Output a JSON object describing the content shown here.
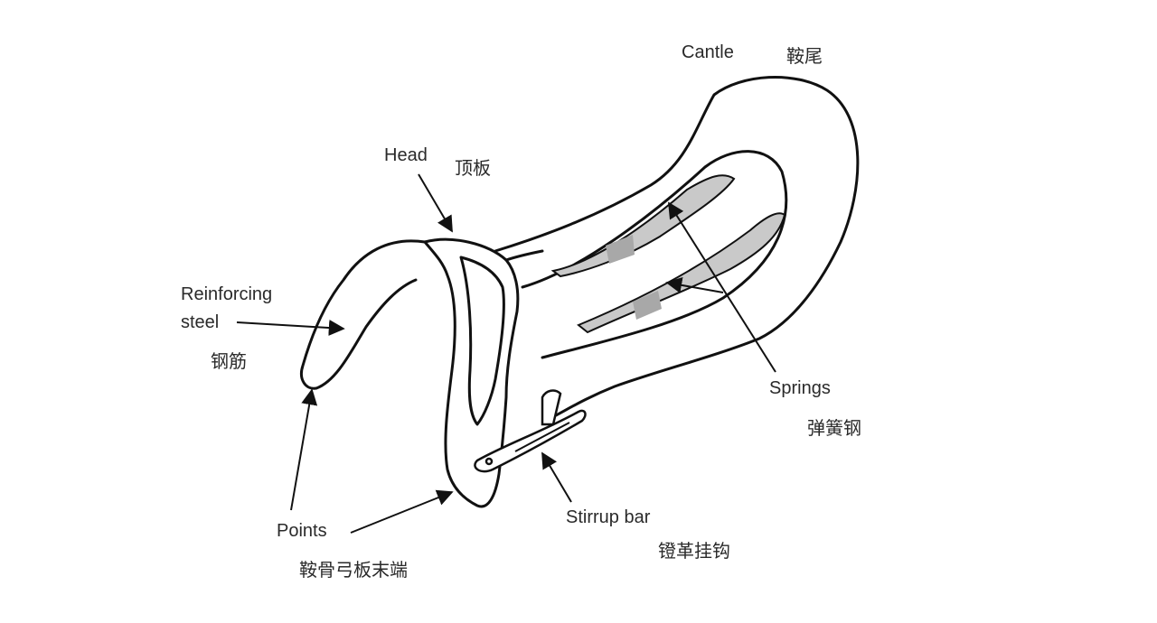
{
  "labels": {
    "cantle": "Cantle",
    "cantle_zh": "鞍尾",
    "head": "Head",
    "head_zh": "顶板",
    "reinforcing_1": "Reinforcing",
    "reinforcing_2": "steel",
    "reinforcing_zh": "钢筋",
    "springs": "Springs",
    "springs_zh": "弹簧钢",
    "points": "Points",
    "points_zh": "鞍骨弓板末端",
    "stirrup": "Stirrup bar",
    "stirrup_zh": "镫革挂钩"
  },
  "colors": {
    "outline": "#111111",
    "spring_fill": "#c9c9c9",
    "spring_dark": "#a8a8a8",
    "text": "#2a2a2a"
  }
}
